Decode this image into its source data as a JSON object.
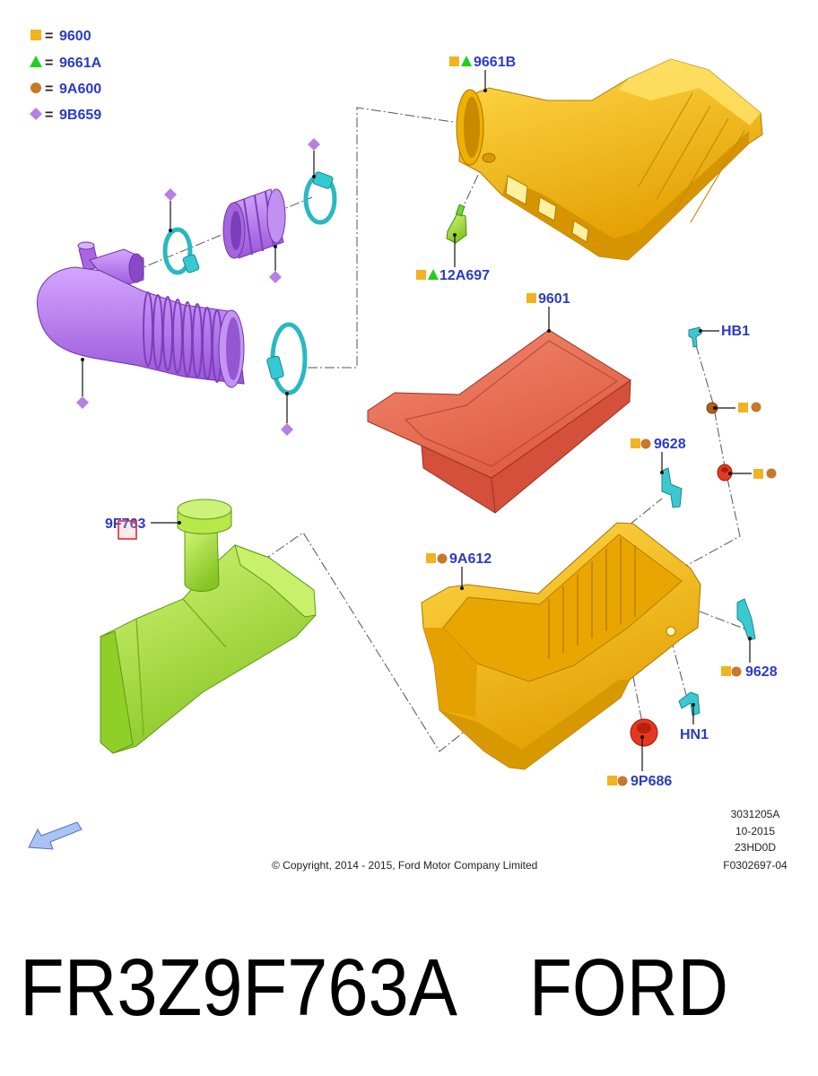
{
  "diagram": {
    "legend": [
      {
        "symbol": "square-icon",
        "sep": "=",
        "code": "9600"
      },
      {
        "symbol": "triangle-icon",
        "sep": "=",
        "code": "9661A"
      },
      {
        "symbol": "circle-icon",
        "sep": "=",
        "code": "9A600"
      },
      {
        "symbol": "diamond-icon",
        "sep": "=",
        "code": "9B659"
      }
    ],
    "callouts": {
      "cover": {
        "code": "9661B",
        "symbols": [
          "square-icon",
          "triangle-icon"
        ]
      },
      "sensor": {
        "code": "12A697",
        "symbols": [
          "square-icon",
          "triangle-icon"
        ]
      },
      "filter": {
        "code": "9601",
        "symbols": [
          "square-icon"
        ]
      },
      "bolt": {
        "code": "HB1",
        "symbols": []
      },
      "clip_upper": {
        "code": "9628",
        "symbols": [
          "square-icon",
          "circle-icon"
        ]
      },
      "duct": {
        "code": "9F763",
        "symbols": []
      },
      "box": {
        "code": "9A612",
        "symbols": [
          "square-icon",
          "circle-icon"
        ]
      },
      "clip_lower": {
        "code": "9628",
        "symbols": [
          "square-icon",
          "circle-icon"
        ]
      },
      "bracket": {
        "code": "HN1",
        "symbols": []
      },
      "grommet": {
        "code": "9P686",
        "symbols": [
          "square-icon",
          "circle-icon"
        ]
      }
    },
    "colors": {
      "square": "#f2b321",
      "triangle": "#22cf22",
      "circle": "#c7782a",
      "diamond": "#b67fe4",
      "label": "#2b3cbf",
      "highlight": "#e02020",
      "cover": "#f5b700",
      "filter": "#e8684f",
      "hose": "#b476e8",
      "duct": "#a6e22e",
      "clamp": "#30c8d0"
    }
  },
  "footer": {
    "copyright": "© Copyright, 2014 - 2015, Ford Motor Company Limited",
    "codes": [
      "3031205A",
      "10-2015",
      "23HD0D",
      "F0302697-04"
    ]
  },
  "caption": {
    "part_number": "FR3Z9F763A",
    "brand": "FORD"
  }
}
